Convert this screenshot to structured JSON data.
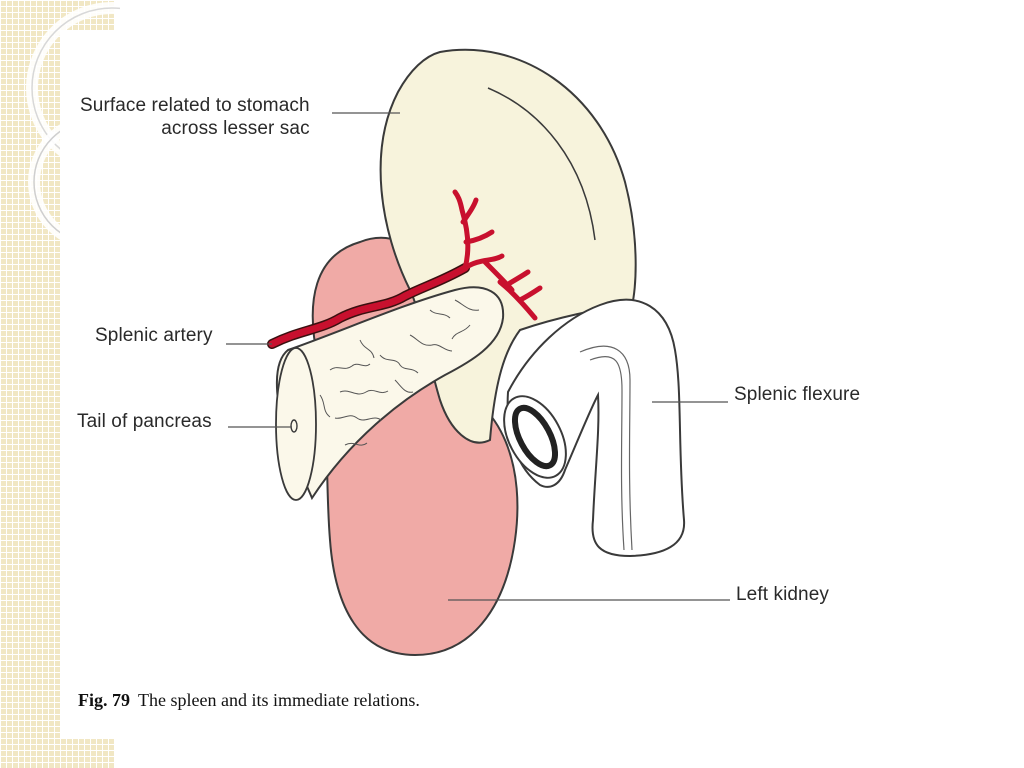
{
  "labels": {
    "stomach_surface_line1": "Surface related to stomach",
    "stomach_surface_line2": "across lesser sac",
    "splenic_artery": "Splenic artery",
    "tail_of_pancreas": "Tail of pancreas",
    "splenic_flexure": "Splenic flexure",
    "left_kidney": "Left kidney"
  },
  "caption": {
    "figure_number": "Fig. 79",
    "text": "The spleen and its immediate relations."
  },
  "colors": {
    "spleen": "#f7f3dc",
    "kidney": "#f0aaa6",
    "artery": "#c8102e",
    "pancreas": "#fbf8ea",
    "colon": "#ffffff",
    "slide_strip": "#f1e7c4"
  }
}
